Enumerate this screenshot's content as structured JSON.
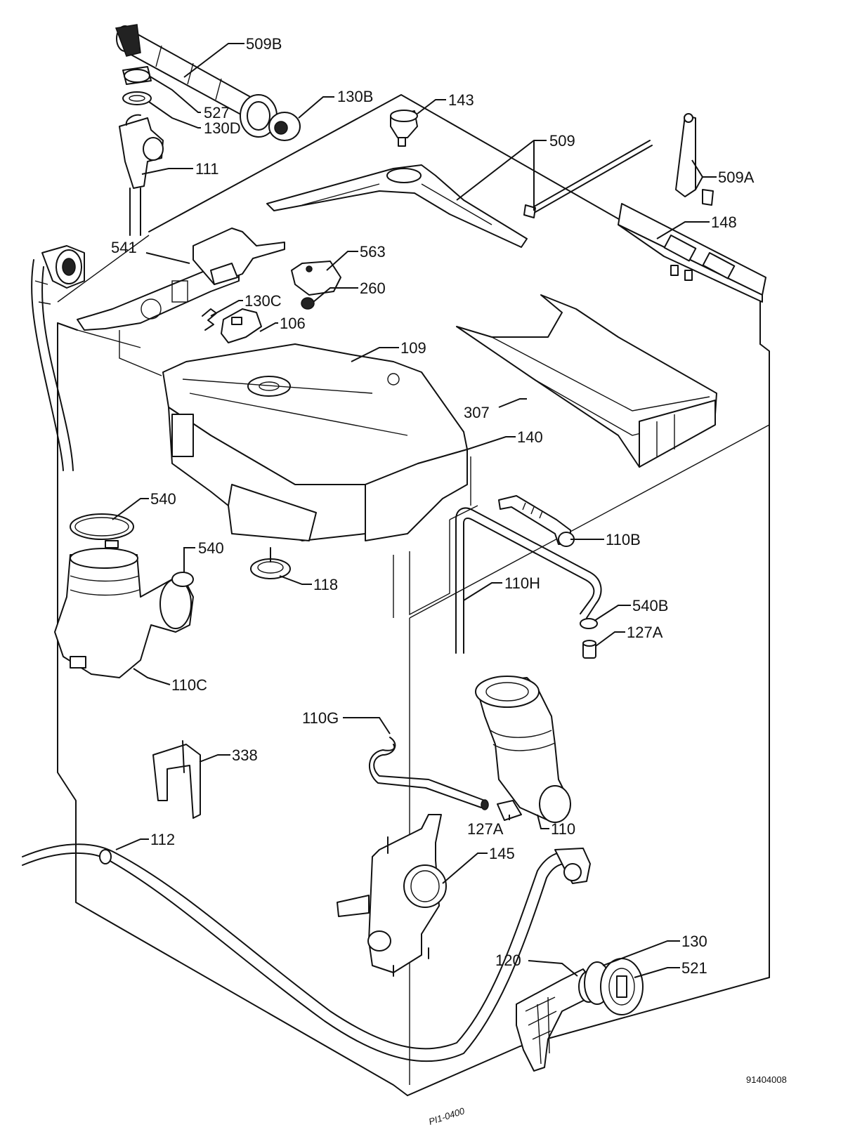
{
  "parts": {
    "p509b": "509B",
    "p527": "527",
    "p130d": "130D",
    "p130b": "130B",
    "p143": "143",
    "p509": "509",
    "p509a": "509A",
    "p111": "111",
    "p148": "148",
    "p541": "541",
    "p563": "563",
    "p260": "260",
    "p130c": "130C",
    "p106": "106",
    "p109": "109",
    "p307": "307",
    "p140": "140",
    "p540_top": "540",
    "p540_side": "540",
    "p110b": "110B",
    "p118": "118",
    "p110h": "110H",
    "p540b": "540B",
    "p127a_upper": "127A",
    "p110c": "110C",
    "p110g": "110G",
    "p338": "338",
    "p127a_lower": "127A",
    "p110": "110",
    "p112": "112",
    "p145": "145",
    "p130": "130",
    "p120": "120",
    "p521": "521"
  },
  "drawing_code": "91404008",
  "stamp": "PI1-0400"
}
